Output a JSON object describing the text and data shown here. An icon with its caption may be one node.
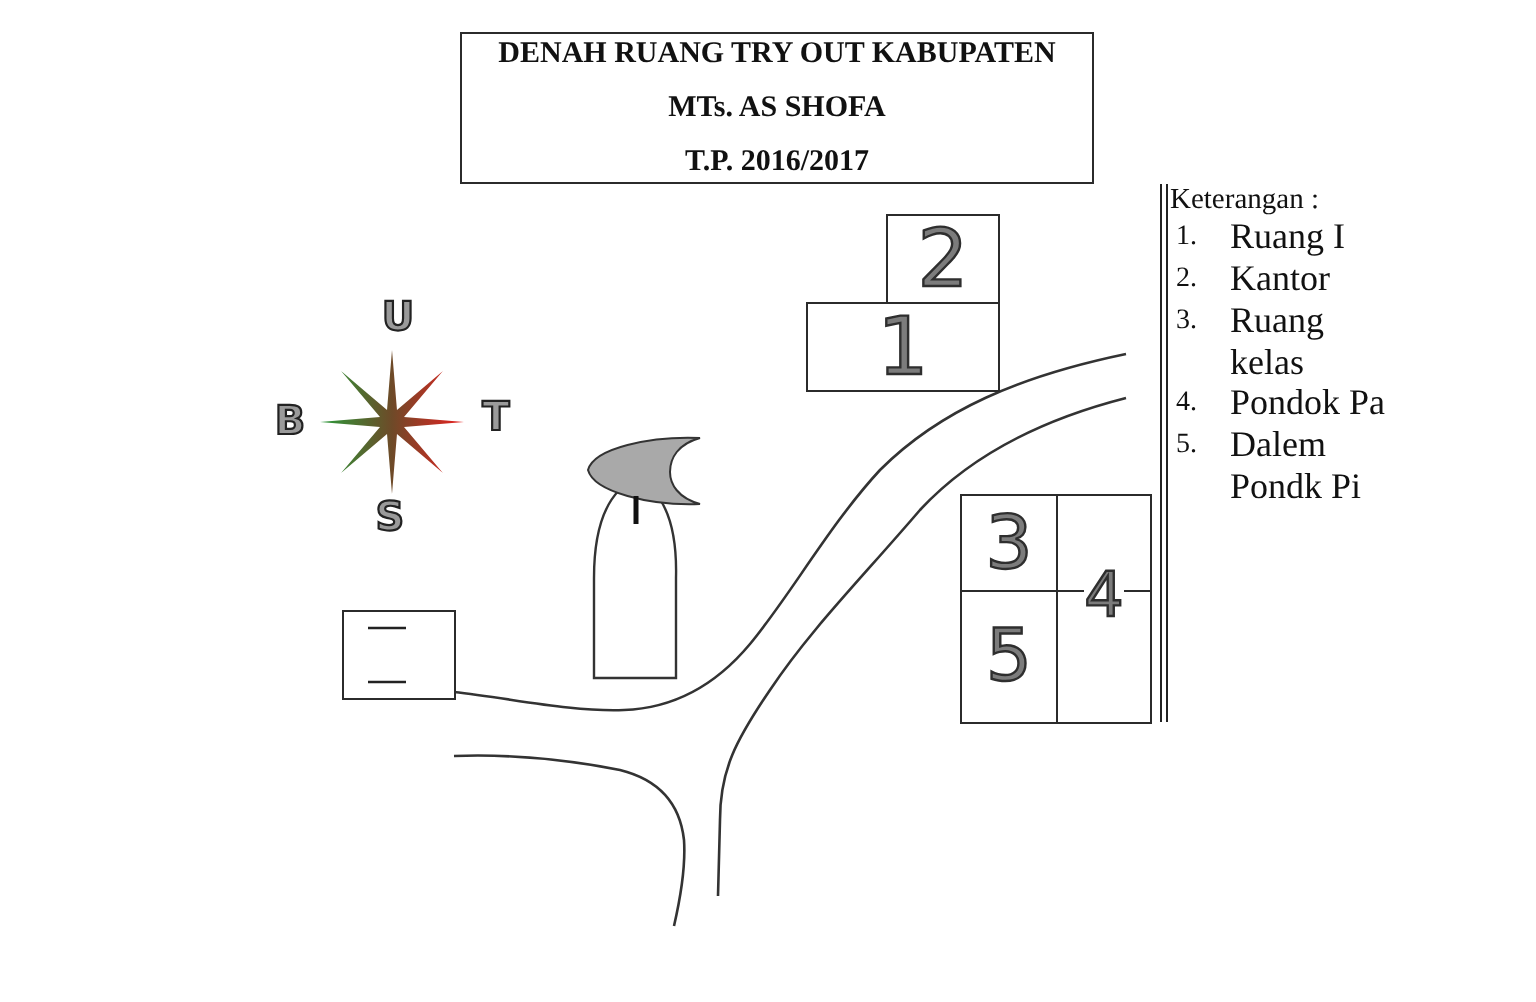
{
  "diagram": {
    "nodes": [
      {
        "text": [
          "DENAH RUANG TRY OUT KABUPATEN",
          "MTs. AS SHOFA",
          "T.P. 2016/2017"
        ]
      },
      {
        "text": [
          "2"
        ]
      },
      {
        "text": [
          "1"
        ]
      },
      {
        "text": [],
        "shape": "picture"
      },
      {
        "text": [
          "3"
        ]
      },
      {
        "text": [
          "4"
        ]
      },
      {
        "text": [
          "5"
        ]
      },
      {
        "text": [],
        "shape": "box"
      }
    ],
    "labels": [
      "U",
      "B",
      "T",
      "S",
      "Keterangan :",
      "1.",
      "Ruang I",
      "2.",
      "Kantor",
      "3.",
      "Ruang kelas",
      "4.",
      "Pondok Pa",
      "5.",
      "Dalem Pondk Pi"
    ]
  }
}
